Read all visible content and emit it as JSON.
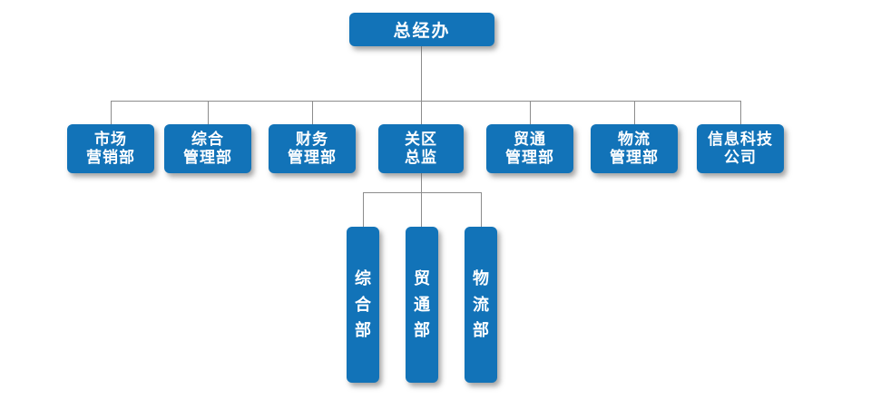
{
  "chart_data": {
    "type": "org-chart",
    "title": "",
    "colors": {
      "node_fill": "#1273b8",
      "node_text": "#ffffff",
      "connector": "#8c8c8c",
      "background": "#ffffff"
    },
    "root": {
      "label": "总经办"
    },
    "level2": [
      {
        "label": "市场\n营销部"
      },
      {
        "label": "综合\n管理部"
      },
      {
        "label": "财务\n管理部"
      },
      {
        "label": "关区\n总监"
      },
      {
        "label": "贸通\n管理部"
      },
      {
        "label": "物流\n管理部"
      },
      {
        "label": "信息科技\n公司"
      }
    ],
    "level3_parent": "关区总监",
    "level3": [
      {
        "label": "综\n合\n部"
      },
      {
        "label": "贸\n通\n部"
      },
      {
        "label": "物\n流\n部"
      }
    ]
  }
}
